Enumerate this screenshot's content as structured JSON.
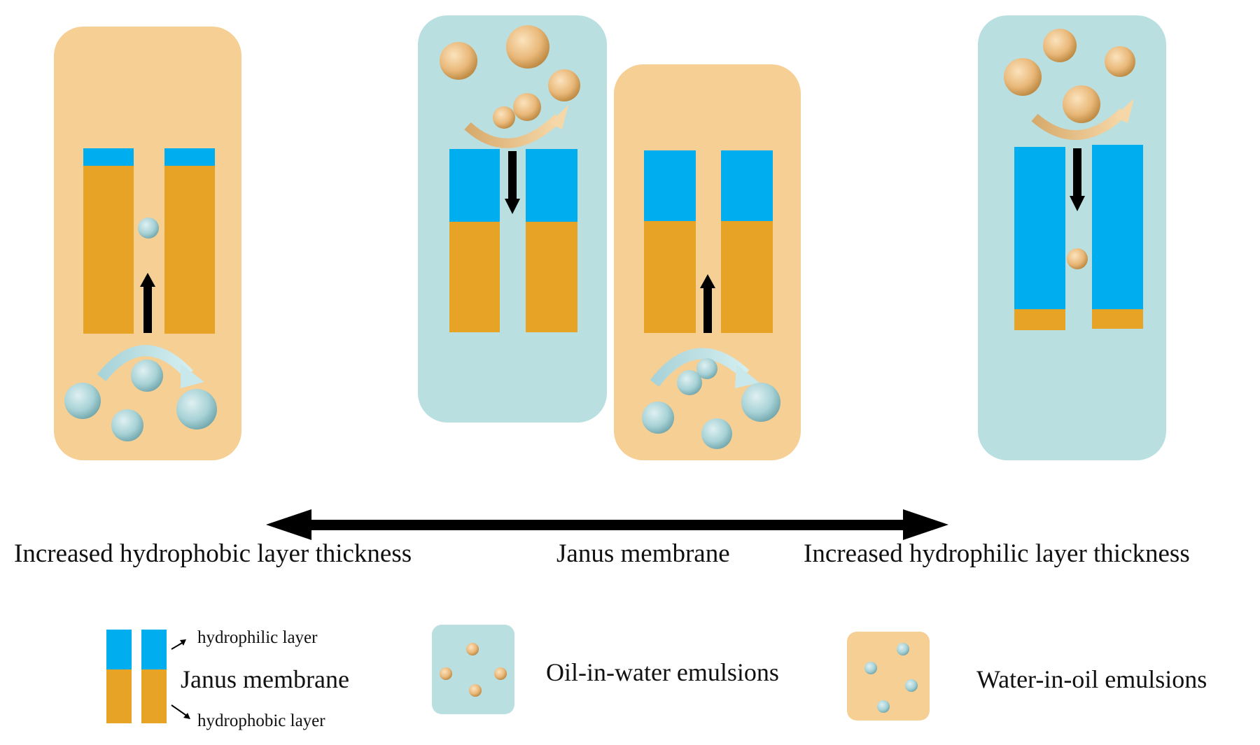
{
  "axis": {
    "left_label": "Increased hydrophobic layer thickness",
    "center_label": "Janus membrane",
    "right_label": "Increased hydrophilic layer thickness"
  },
  "legend": {
    "hydrophilic_layer": "hydrophilic layer",
    "hydrophobic_layer": "hydrophobic layer",
    "janus_membrane": "Janus membrane",
    "oil_in_water": "Oil-in-water emulsions",
    "water_in_oil": "Water-in-oil emulsions"
  },
  "colors": {
    "oil_bg": "#f6cf94",
    "water_bg": "#b9dfe1",
    "hydrophilic": "#00aeef",
    "hydrophobic": "#e6a325",
    "oil_droplet": "#e9b879",
    "water_droplet": "#a7d2d6"
  }
}
